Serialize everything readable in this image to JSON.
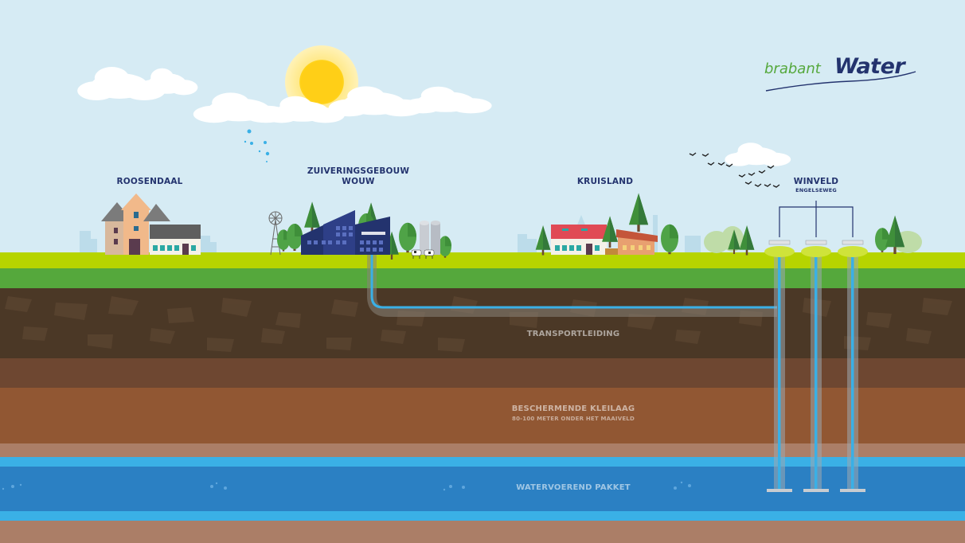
{
  "brand": {
    "name_part1": "brabant",
    "name_part2": "Water",
    "colors": {
      "navy": "#23336e",
      "green": "#55a83c",
      "water_blue": "#3ab0e6"
    }
  },
  "locations": [
    {
      "id": "roosendaal",
      "name": "ROOSENDAAL",
      "subtitle": ""
    },
    {
      "id": "zuivering",
      "name_line1": "ZUIVERINGSGEBOUW",
      "name_line2": "WOUW"
    },
    {
      "id": "kruisland",
      "name": "KRUISLAND",
      "subtitle": ""
    },
    {
      "id": "winveld",
      "name": "WINVELD",
      "subtitle": "ENGELSEWEG"
    }
  ],
  "layers": {
    "transport": "TRANSPORTLEIDING",
    "clay": "BESCHERMENDE KLEILAAG",
    "clay_depth": "80-100 METER ONDER HET MAAIVELD",
    "aquifer": "WATERVOEREND PAKKET"
  },
  "icons": [
    "sun-icon",
    "cloud-icon",
    "tree-icon",
    "house-icon",
    "windmill-icon",
    "silo-icon",
    "cow-icon",
    "bird-icon",
    "well-icon",
    "pipe-icon"
  ]
}
